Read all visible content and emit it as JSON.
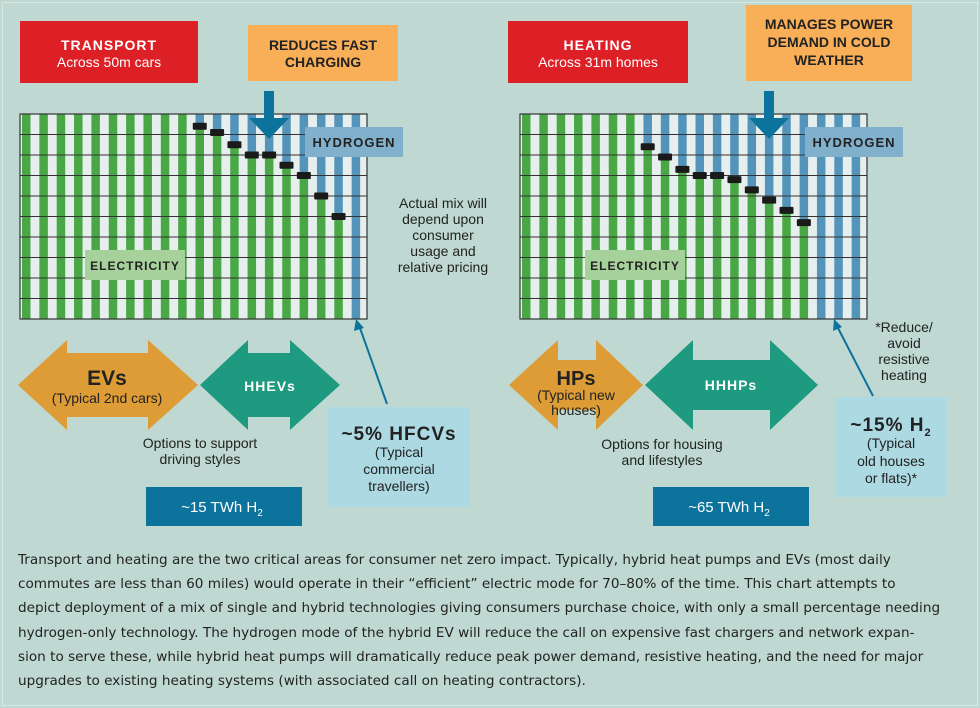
{
  "colors": {
    "background": "#bfd9d2",
    "red": "#dd1f26",
    "orange": "#f9ae58",
    "green": "#49a845",
    "blue": "#5494bb",
    "dark_blue": "#0c739c",
    "teal": "#1e9a80",
    "amber": "#dd9c35",
    "light_blue": "#acd9e2",
    "label_green": "#a6d19a",
    "label_blue": "#80b0cb"
  },
  "transport": {
    "title": "TRANSPORT",
    "subtitle": "Across 50m cars",
    "callout": [
      "REDUCES FAST",
      "CHARGING"
    ],
    "hydrogen_label": "HYDROGEN",
    "electricity_label": "ELECTRICITY",
    "note": [
      "Actual mix will",
      "depend upon",
      "consumer",
      "usage and",
      "relative pricing"
    ],
    "arrow1": {
      "title": "EVs",
      "sub": "(Typical 2nd cars)"
    },
    "arrow2": {
      "title": "HHEVs"
    },
    "options": [
      "Options to support",
      "driving styles"
    ],
    "h2_box": {
      "title": "~5% HFCVs",
      "lines": [
        "(Typical",
        "commercial",
        "travellers)"
      ]
    },
    "twh": {
      "value": "~15 TWh H",
      "sub": "2"
    },
    "electric_share": [
      1,
      1,
      1,
      1,
      1,
      1,
      1,
      1,
      1,
      1,
      0.94,
      0.91,
      0.85,
      0.8,
      0.8,
      0.75,
      0.7,
      0.6,
      0.5,
      0
    ]
  },
  "heating": {
    "title": "HEATING",
    "subtitle": "Across 31m homes",
    "callout": [
      "MANAGES POWER",
      "DEMAND IN COLD",
      "WEATHER"
    ],
    "hydrogen_label": "HYDROGEN",
    "electricity_label": "ELECTRICITY",
    "note": [
      "*Reduce/",
      "avoid",
      "resistive",
      "heating"
    ],
    "arrow1": {
      "title": "HPs",
      "sub": [
        "(Typical new",
        "houses)"
      ]
    },
    "arrow2": {
      "title": "HHHPs"
    },
    "options": [
      "Options for housing",
      "and lifestyles"
    ],
    "h2_box": {
      "title": "~15% H",
      "title_sub": "2",
      "lines": [
        "(Typical",
        "old houses",
        "or flats)*"
      ]
    },
    "twh": {
      "value": "~65 TWh H",
      "sub": "2"
    },
    "electric_share": [
      1,
      1,
      1,
      1,
      1,
      1,
      1,
      0.84,
      0.79,
      0.73,
      0.7,
      0.7,
      0.68,
      0.63,
      0.58,
      0.53,
      0.47,
      0,
      0,
      0
    ]
  },
  "caption": [
    "Transport and heating are the two critical areas for consumer net zero impact. Typically, hybrid heat pumps and EVs (most daily",
    "commutes are less than 60 miles) would operate in their “efficient” electric mode for 70–80% of the time. This chart attempts to",
    "depict deployment of a mix of single and hybrid technologies giving consumers purchase choice, with only a small percentage needing",
    "hydrogen-only technology. The hydrogen mode of the hybrid EV will reduce the call on expensive fast chargers and network expan-",
    "sion to serve these, while hybrid heat pumps will dramatically reduce peak power demand, resistive heating, and the need for major",
    "upgrades to existing heating systems (with associated call on heating contractors)."
  ]
}
